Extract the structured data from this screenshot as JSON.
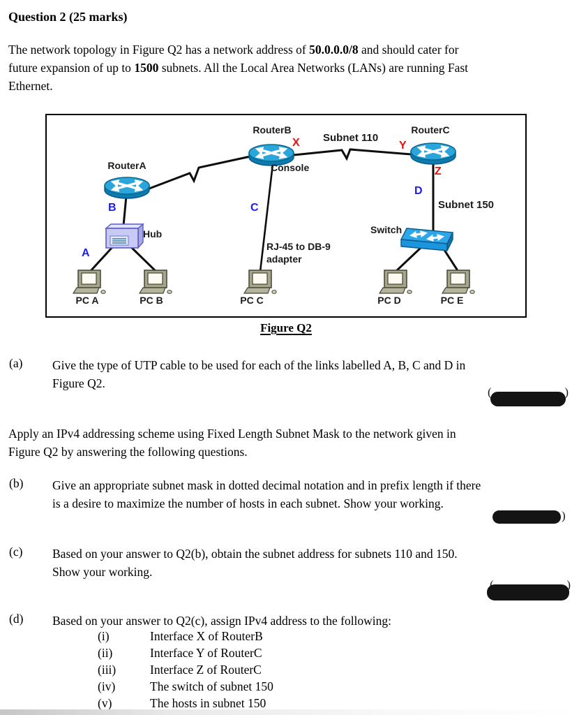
{
  "title": "Question 2 (25 marks)",
  "intro": {
    "line1_pre": "The network topology in Figure Q2 has a network address of ",
    "line1_bold": "50.0.0.0/8",
    "line1_post": " and should cater for",
    "line2_pre": "future expansion of up to ",
    "line2_bold": "1500",
    "line2_post": " subnets. All the Local Area Networks (LANs) are running Fast",
    "line3": "Ethernet."
  },
  "figure": {
    "caption": "Figure Q2",
    "nodes": {
      "router_a": "RouterA",
      "router_b": "RouterB",
      "router_c": "RouterC",
      "hub": "Hub",
      "switch": "Switch",
      "pcs": [
        "PC A",
        "PC B",
        "PC C",
        "PC D",
        "PC E"
      ],
      "subnet_110": "Subnet 110",
      "subnet_150": "Subnet 150",
      "console": "Console",
      "adapter_line1": "RJ-45 to DB-9",
      "adapter_line2": "adapter"
    },
    "link_labels": {
      "a": "A",
      "b": "B",
      "c": "C",
      "d": "D"
    },
    "interface_labels": {
      "x": "X",
      "y": "Y",
      "z": "Z"
    },
    "colors": {
      "link_label_blue": "#1d1df0",
      "interface_label_red": "#e01212",
      "router_top_blue": "#2aa6da",
      "router_body_blue": "#0d7ab0",
      "switch_top_blue": "#2da7ea",
      "switch_front_blue": "#1b95dc",
      "switch_side_blue": "#1470a8",
      "hub_fill": "#c9c9f5",
      "hub_border": "#5c5cc8",
      "pc_body": "#a6a68a",
      "cable_black": "#0d0d0d"
    }
  },
  "questions": {
    "a": {
      "label": "(a)",
      "line1": "Give the type of UTP cable to be used for each of the links labelled A, B, C and D in",
      "line2": "Figure Q2."
    },
    "apply": {
      "line1": "Apply an IPv4 addressing scheme using Fixed Length Subnet Mask to the network given in",
      "line2": "Figure Q2 by answering the following questions."
    },
    "b": {
      "label": "(b)",
      "line1": "Give an appropriate subnet mask in dotted decimal notation and in prefix length if there",
      "line2": "is a desire to maximize the number of hosts in each subnet. Show your working."
    },
    "c": {
      "label": "(c)",
      "line1": "Based on your answer to Q2(b), obtain the subnet address for subnets 110 and 150.",
      "line2": "Show your working."
    },
    "d": {
      "label": "(d)",
      "text": "Based on your answer to Q2(c), assign IPv4 address to the following:",
      "items": [
        {
          "num": "(i)",
          "text": "Interface X of RouterB"
        },
        {
          "num": "(ii)",
          "text": "Interface Y of RouterC"
        },
        {
          "num": "(iii)",
          "text": "Interface Z of RouterC"
        },
        {
          "num": "(iv)",
          "text": "The switch of subnet 150"
        },
        {
          "num": "(v)",
          "text": "The hosts in subnet 150"
        }
      ]
    }
  },
  "redactions": {
    "a": {
      "left": "(",
      "right": ")"
    },
    "b": {
      "left": "",
      "right": ")"
    },
    "c": {
      "left": "(",
      "right": ")"
    }
  }
}
